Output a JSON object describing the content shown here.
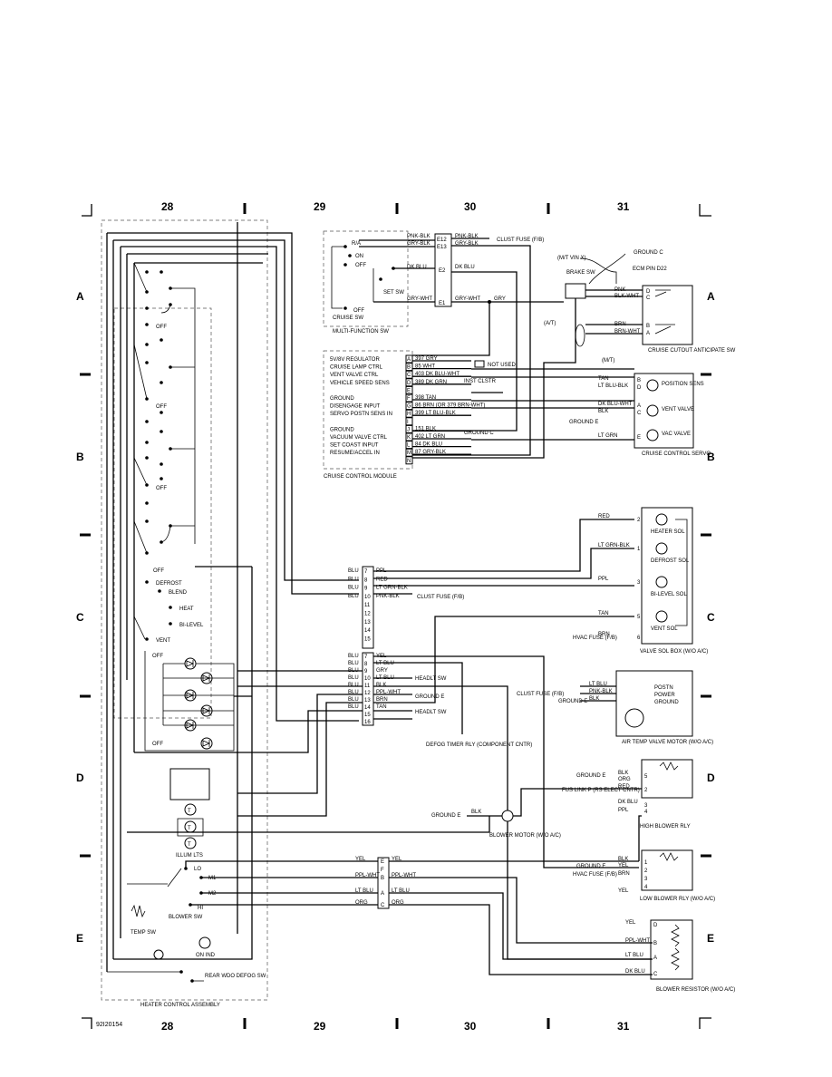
{
  "grid": {
    "cols": [
      "28",
      "29",
      "30",
      "31"
    ],
    "rows": [
      "A",
      "B",
      "C",
      "D",
      "E"
    ]
  },
  "figure_id": "92I20154",
  "cruise": {
    "mfs_title": "MULTI-FUNCTION SW",
    "cruise_sw": "CRUISE SW",
    "set_sw": "SET SW",
    "ra": "R/A",
    "on": "ON",
    "off": "OFF",
    "off2": "OFF",
    "w_pnk_blk": "PNK-BLK",
    "w_gry_blk": "GRY-BLK",
    "w_dk_blu": "DK BLU",
    "w_gry_wht": "GRY-WHT",
    "w_gry": "GRY",
    "e12": "E12",
    "e13": "E13",
    "e2": "E2",
    "e1": "E1",
    "clust_fuse": "CLUST FUSE (F/B)",
    "module_title": "CRUISE CONTROL MODULE",
    "module_labels": [
      "5V/8V REGULATOR",
      "CRUISE LAMP CTRL",
      "VENT VALVE CTRL",
      "VEHICLE SPEED SENS",
      "",
      "GROUND",
      "DISENGAGE INPUT",
      "SERVO POSTN SENS IN",
      "",
      "GROUND",
      "VACUUM VALVE CTRL",
      "SET COAST INPUT",
      "RESUME/ACCEL IN",
      ""
    ],
    "module_pins": [
      "A",
      "B",
      "C",
      "D",
      "E",
      "F",
      "G",
      "H",
      "I",
      "J",
      "K",
      "L",
      "M",
      "N"
    ],
    "module_wires": [
      "397 GRY",
      "85 WHT",
      "403 DK BLU-WHT",
      "389 DK GRN",
      "",
      "398 TAN",
      "86 BRN (OR 379 BRN-WHT)",
      "399 LT BLU-BLK",
      "",
      "151 BLK",
      "402 LT GRN",
      "84 DK BLU",
      "87 GRY-BLK",
      ""
    ],
    "not_used": "NOT USED",
    "inst_clstr": "INST CLSTR",
    "ground_c": "GROUND C",
    "mt_vin": "(M/T VIN X)",
    "ground_c2": "GROUND C",
    "ecm": "ECM PIN D22",
    "brake_sw": "BRAKE SW",
    "at": "(A/T)",
    "mt": "(M/T)",
    "cutout_title": "CRUISE CUTOUT ANTICIPATE SW",
    "cutout_pins": [
      "D",
      "C",
      "B",
      "A"
    ],
    "cutout_wires": [
      "PNK",
      "BLK-WHT",
      "BRN",
      "BRN-WHT"
    ],
    "servo_title": "CRUISE CONTROL SERVO",
    "servo_pins": [
      "B",
      "D",
      "A",
      "C",
      "E"
    ],
    "servo_wires": [
      "TAN",
      "LT BLU-BLK",
      "DK BLU-WHT",
      "BLK",
      "LT GRN"
    ],
    "position_sens": "POSITION SENS",
    "vent_valve": "VENT VALVE",
    "vac_valve": "VAC VALVE",
    "ground_e": "GROUND E"
  },
  "heater": {
    "assembly": "HEATER CONTROL ASSEMBLY",
    "modes": [
      "OFF",
      "DEFROST",
      "BLEND",
      "HEAT",
      "BI-LEVEL",
      "VENT"
    ],
    "off": "OFF",
    "illum": "ILLUM LTS",
    "blower_sw": "BLOWER SW",
    "speeds": [
      "LO",
      "M1",
      "M2",
      "HI"
    ],
    "temp_sw": "TEMP SW",
    "on_ind": "ON IND",
    "rear_defog": "REAR WDO DEFOG SW",
    "conn1_pins": [
      "7",
      "8",
      "9",
      "10",
      "11",
      "12",
      "13",
      "14",
      "15"
    ],
    "conn1_left": [
      "BLU",
      "BLU",
      "BLU",
      "BLU"
    ],
    "conn1_right": [
      "PPL",
      "RED",
      "LT GRN-BLK",
      "PNK-BLK"
    ],
    "clust_fuse_fb": "CLUST FUSE (F/B)",
    "conn2_pins": [
      "7",
      "8",
      "9",
      "10",
      "11",
      "12",
      "13",
      "14",
      "15",
      "16"
    ],
    "conn2_left": [
      "BLU",
      "BLU",
      "BLU",
      "BLU",
      "BLU",
      "BLU",
      "BLU",
      "BLU"
    ],
    "conn2_right": [
      "YEL",
      "LT BLU",
      "GRY",
      "LT BLU",
      "BLK",
      "PPL-WHT",
      "BRN",
      "TAN"
    ],
    "headlt_sw": "HEADLT SW",
    "headlt_sw2": "HEADLT SW",
    "defog_relay": "DEFOG TIMER RLY (COMPONENT CNTR)",
    "conn3_pins": [
      "E",
      "F",
      "B",
      "A",
      "C"
    ],
    "conn3_left": [
      "YEL",
      "PPL-WHT",
      "LT BLU",
      "ORG"
    ],
    "conn3_right": [
      "YEL",
      "PPL-WHT",
      "LT BLU",
      "ORG"
    ]
  },
  "valves": {
    "title": "VALVE SOL BOX (W/O A/C)",
    "pins": [
      "2",
      "1",
      "3",
      "5",
      "6"
    ],
    "wires": [
      "RED",
      "LT GRN-BLK",
      "PPL",
      "TAN",
      "BRN"
    ],
    "heater_sol": "HEATER SOL",
    "defrost_sol": "DEFROST SOL",
    "bilevel_sol": "BI-LEVEL SOL",
    "vent_sol": "VENT SOL",
    "hvac_fuse": "HVAC FUSE (F/B)"
  },
  "motor": {
    "title": "AIR TEMP VALVE MOTOR (W/O A/C)",
    "clust_fuse": "CLUST FUSE (F/B)",
    "ground_e": "GROUND E",
    "wires": [
      "LT BLU",
      "PNK-BLK",
      "BLK"
    ],
    "postn": "POSTN",
    "power": "POWER",
    "ground": "GROUND"
  },
  "blower": {
    "ground_e": "GROUND E",
    "blk": "BLK",
    "motor": "BLOWER MOTOR (W/O A/C)",
    "high_relay": "HIGH BLOWER RLY",
    "high_wires": [
      "BLK",
      "ORG",
      "RED",
      "DK BLU",
      "PPL"
    ],
    "high_pins": [
      "5",
      "2",
      "3",
      "4"
    ],
    "fus_link": "FUS LINK P (RS ELECT CNTR)",
    "ground_e2": "GROUND E",
    "low_relay": "LOW BLOWER RLY (W/O A/C)",
    "low_wires": [
      "BLK",
      "YEL",
      "BRN",
      "YEL"
    ],
    "low_pins": [
      "1",
      "2",
      "3",
      "4"
    ],
    "hvac_fuse": "HVAC FUSE (F/B)",
    "ground_e3": "GROUND E",
    "resistor": "BLOWER RESISTOR (W/O A/C)",
    "res_pins": [
      "D",
      "B",
      "A",
      "C"
    ],
    "res_wires": [
      "YEL",
      "PPL-WHT",
      "LT BLU",
      "DK BLU"
    ]
  }
}
